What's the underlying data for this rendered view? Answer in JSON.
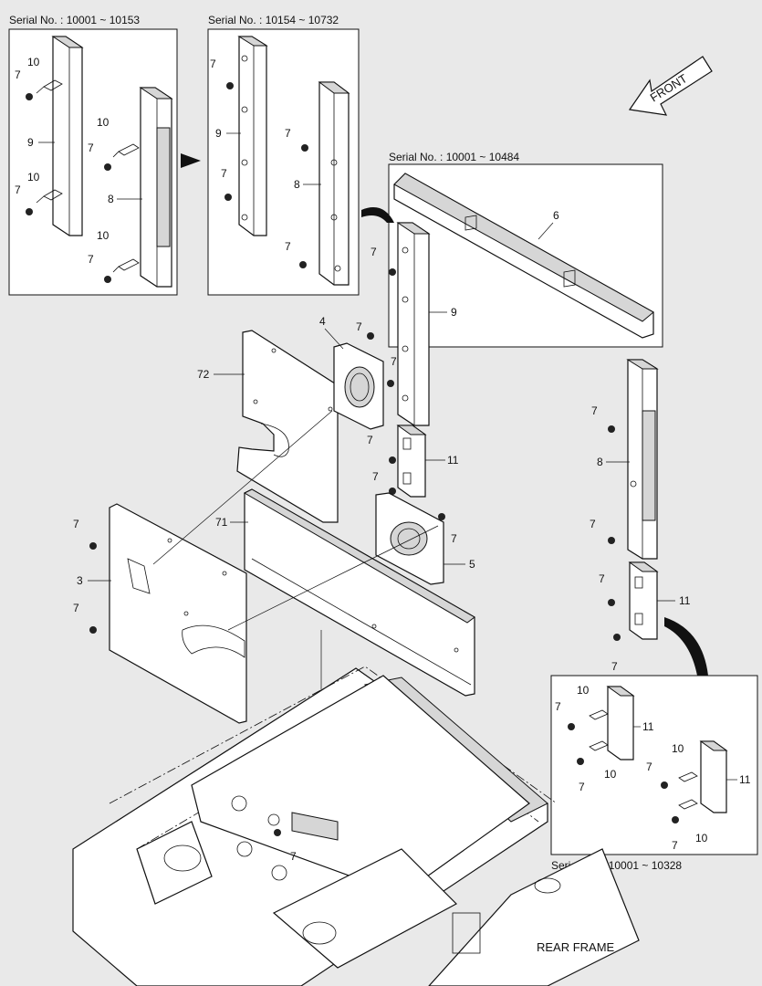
{
  "serial_labels": {
    "top_left": "Serial No. : 10001 ~ 10153",
    "top_middle": "Serial No. : 10154 ~ 10732",
    "right_upper": "Serial No. : 10001 ~ 10484",
    "right_lower": "Serial No. : 10001 ~ 10328"
  },
  "front_label": "FRONT",
  "rear_frame_label": "REAR FRAME",
  "part_numbers": {
    "p3": "3",
    "p4": "4",
    "p5": "5",
    "p6": "6",
    "p7": "7",
    "p8": "8",
    "p9": "9",
    "p10": "10",
    "p11": "11",
    "p71": "71",
    "p72": "72"
  }
}
